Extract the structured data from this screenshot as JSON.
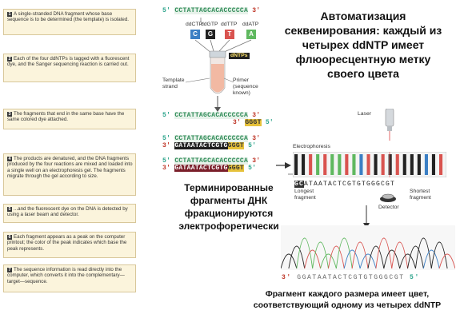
{
  "steps": [
    {
      "num": "1",
      "text": "A single-stranded DNA fragment whose base sequence is to be determined (the template) is isolated."
    },
    {
      "num": "2",
      "text": "Each of the four ddNTPs is tagged with a fluorescent dye, and the Sanger sequencing reaction is carried out."
    },
    {
      "num": "3",
      "text": "The fragments that end in the same base have the same colored dye attached."
    },
    {
      "num": "4",
      "text": "The products are denatured, and the DNA fragments produced by the four reactions are mixed and loaded into a single well on an electrophoresis gel. The fragments migrate through the gel according to size."
    },
    {
      "num": "5",
      "text": "...and the fluorescent dye on the DNA is detected by using a laser beam and detector."
    },
    {
      "num": "6",
      "text": "Each fragment appears as a peak on the computer printout; the color of the peak indicates which base the peak represents."
    },
    {
      "num": "7",
      "text": "The sequence information is read directly into the computer, which converts it into the complementary—target—sequence."
    }
  ],
  "headings": {
    "automation": "Автоматизация секвенирования: каждый из четырех ddNTP имеет флюоресцентную метку своего цвета",
    "terminated": "Терминированные фрагменты ДНК фракционируются электрофоретически",
    "fragment": "Фрагмент каждого размера имеет цвет, соответствующий одному из четырех ddNTP"
  },
  "template_seq": {
    "five": "5'",
    "bases": "CCTATTAGCACACCCCCA",
    "three": "3'"
  },
  "ddntps": [
    {
      "label": "ddCTP",
      "letter": "C",
      "color": "#3b7fc4"
    },
    {
      "label": "ddGTP",
      "letter": "G",
      "color": "#222222"
    },
    {
      "label": "ddTTP",
      "letter": "T",
      "color": "#d9534f"
    },
    {
      "label": "ddATP",
      "letter": "A",
      "color": "#5fb85f"
    }
  ],
  "tube": {
    "dntps": "dNTPs",
    "template_label": "Template strand",
    "primer_label": "Primer (sequence known)"
  },
  "reaction_seq": {
    "top_five": "5'",
    "top_bases": "CCTATTAGCACACCCCCA",
    "top_three": "3'",
    "bot_three": "3'",
    "bot_primer": "GGGT",
    "bot_five": "5'"
  },
  "products": [
    {
      "top_five": "5'",
      "top_bases": "CCTATTAGCACACCCCCA",
      "top_three": "3'",
      "bot_three": "3'",
      "bot_dark": "GATAATACTCGTG",
      "bot_primer": "GGGT",
      "bot_five": "5'"
    },
    {
      "top_five": "5'",
      "top_bases": "CCTATTAGCACACCCCCA",
      "top_three": "3'",
      "bot_three": "3'",
      "bot_dark": "GATAATACTCGTG",
      "bot_primer": "GGGT",
      "bot_five": "5'"
    }
  ],
  "gel": {
    "laser": "Laser",
    "electrophoresis": "Electrophoresis",
    "read_first": "GC",
    "read_rest": "ATAATACTCGTGTGGGCGT",
    "longest": "Longest fragment",
    "shortest": "Shortest fragment",
    "detector": "Detector",
    "bands": [
      "#222222",
      "#222222",
      "#d9534f",
      "#5fb85f",
      "#d9534f",
      "#5fb85f",
      "#5fb85f",
      "#d9534f",
      "#5fb85f",
      "#3b7fc4",
      "#d9534f",
      "#222222",
      "#d9534f",
      "#222222",
      "#d9534f",
      "#222222",
      "#222222",
      "#222222",
      "#3b7fc4",
      "#222222",
      "#d9534f"
    ]
  },
  "printout": {
    "three": "3'",
    "bases": "GGATAATACTCGTGTGGGCGT",
    "five": "5'"
  },
  "colors": {
    "C": "#3b7fc4",
    "G": "#222222",
    "T": "#d9534f",
    "A": "#5fb85f",
    "panel": "#fbf4dc"
  }
}
